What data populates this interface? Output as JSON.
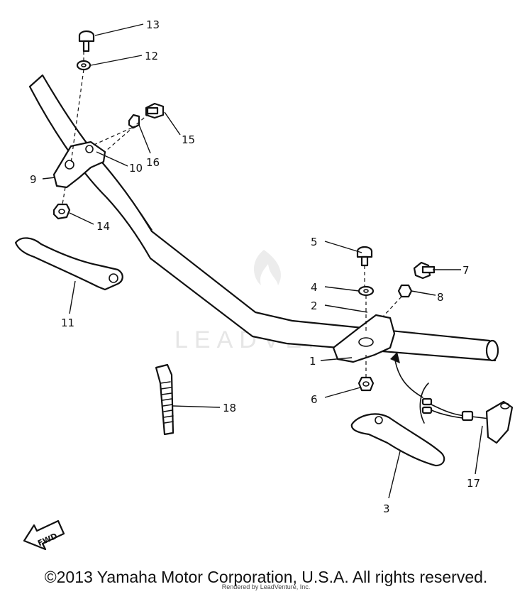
{
  "watermark": {
    "text": "LEADVENTURE"
  },
  "callouts": [
    {
      "id": "1",
      "label": "1"
    },
    {
      "id": "2",
      "label": "2"
    },
    {
      "id": "3",
      "label": "3"
    },
    {
      "id": "4",
      "label": "4"
    },
    {
      "id": "5",
      "label": "5"
    },
    {
      "id": "6",
      "label": "6"
    },
    {
      "id": "7",
      "label": "7"
    },
    {
      "id": "8",
      "label": "8"
    },
    {
      "id": "9",
      "label": "9"
    },
    {
      "id": "10",
      "label": "10"
    },
    {
      "id": "11",
      "label": "11"
    },
    {
      "id": "12",
      "label": "12"
    },
    {
      "id": "13",
      "label": "13"
    },
    {
      "id": "14",
      "label": "14"
    },
    {
      "id": "15",
      "label": "15"
    },
    {
      "id": "16",
      "label": "16"
    },
    {
      "id": "17",
      "label": "17"
    },
    {
      "id": "18",
      "label": "18"
    }
  ],
  "fwd_badge": "FWD",
  "footer": {
    "copyright": "©2013 Yamaha Motor Corporation, U.S.A. All rights reserved.",
    "rendered_by": "Rendered by LeadVenture, Inc."
  }
}
